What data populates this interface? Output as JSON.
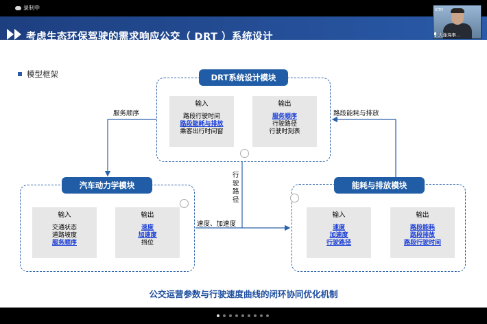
{
  "recording": {
    "label": "录制中"
  },
  "slide": {
    "title": "考虑生态环保驾驶的需求响应公交（ DRT ）系统设计",
    "section": "模型框架",
    "caption": "公交运营参数与行驶速度曲线的闭环协同优化机制"
  },
  "video": {
    "name": "大连海事...",
    "sign": "ICTPI"
  },
  "modules": {
    "drt": {
      "title": "DRT系统设计模块",
      "input": {
        "header": "输入",
        "lines": [
          "路段行驶时间",
          "路段能耗与排放",
          "乘客出行时间窗"
        ]
      },
      "output": {
        "header": "输出",
        "lines": [
          "服务顺序",
          "行驶路径",
          "行驶时刻表"
        ]
      }
    },
    "vehicle": {
      "title": "汽车动力学模块",
      "input": {
        "header": "输入",
        "lines": [
          "交通状态",
          "道路坡度",
          "服务顺序"
        ]
      },
      "output": {
        "header": "输出",
        "lines": [
          "速度",
          "加速度",
          "挡位"
        ]
      }
    },
    "energy": {
      "title": "能耗与排放模块",
      "input": {
        "header": "输入",
        "lines": [
          "速度",
          "加速度",
          "行驶路径"
        ]
      },
      "output": {
        "header": "输出",
        "lines": [
          "路段能耗",
          "路段排放",
          "路段行驶时间"
        ]
      }
    }
  },
  "arrows": {
    "service_order": "服务顺序",
    "energy_emission": "路段能耗与排放",
    "driving_path_vertical": [
      "行",
      "驶",
      "路",
      "径"
    ],
    "speed_accel": "速度、加速度"
  },
  "pagination": {
    "count": 9,
    "active": 0
  },
  "colors": {
    "accent": "#215da6",
    "link": "#1a3ed6",
    "title_bar": "#2a5aa8",
    "caption": "#1f4fa0"
  }
}
